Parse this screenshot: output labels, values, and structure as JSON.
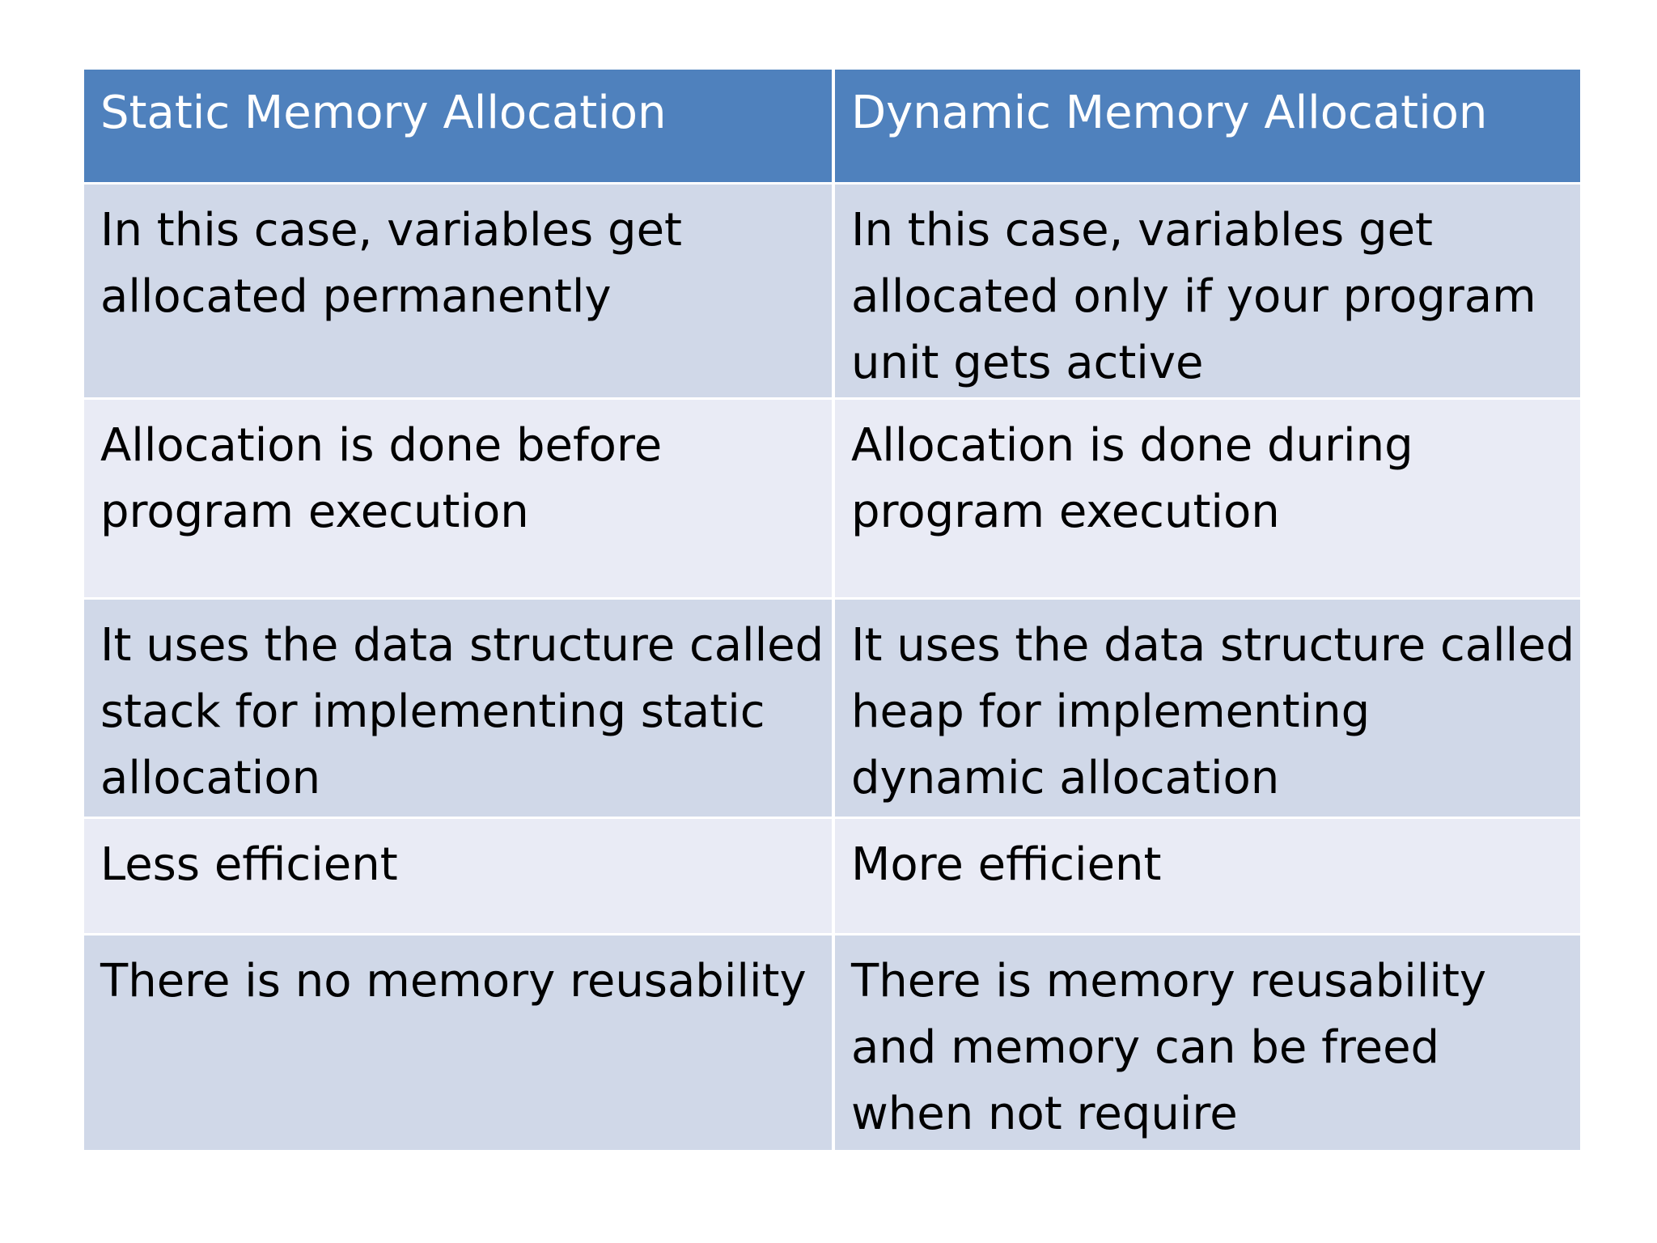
{
  "table": {
    "headers": [
      "Static Memory Allocation",
      "Dynamic Memory Allocation"
    ],
    "rows": [
      {
        "static": [
          "In this case, variables get",
          "allocated permanently"
        ],
        "dynamic": [
          "In this case, variables get",
          "allocated only if your program",
          "unit gets active"
        ]
      },
      {
        "static": [
          "Allocation is done before",
          "program execution"
        ],
        "dynamic": [
          "Allocation is done during",
          "program execution"
        ]
      },
      {
        "static": [
          "It uses the data structure called",
          "stack for implementing static",
          "allocation"
        ],
        "dynamic": [
          "It uses the data structure called",
          "heap for implementing",
          "dynamic allocation"
        ]
      },
      {
        "static": [
          "Less efficient"
        ],
        "dynamic": [
          "More efficient"
        ]
      },
      {
        "static": [
          "There is no memory reusability"
        ],
        "dynamic": [
          "There is memory reusability",
          "and memory can be freed",
          "when not require"
        ]
      }
    ]
  },
  "colors": {
    "header": "#4f81bd",
    "band_dark": "#d0d8e8",
    "band_light": "#e9ebf5",
    "header_text": "#ffffff",
    "body_text": "#000000"
  }
}
